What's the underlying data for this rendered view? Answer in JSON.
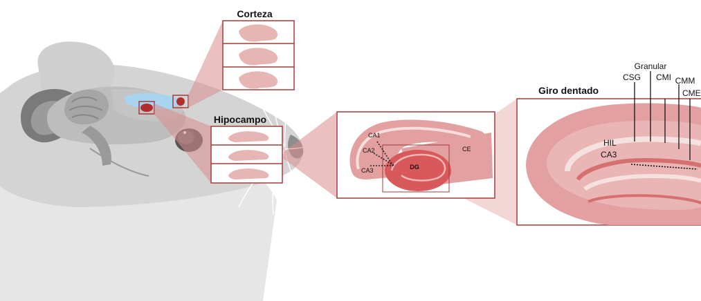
{
  "labels": {
    "corteza": "Corteza",
    "hipocampo": "Hipocampo",
    "giro_dentado": "Giro dentado",
    "ca1": "CA1",
    "ca2": "CA2",
    "ca3_small": "CA3",
    "dg": "DG",
    "ce": "CE",
    "granular": "Granular",
    "csg": "CSG",
    "cmi": "CMI",
    "cmm": "CMM",
    "cme": "CME",
    "hil": "HIL",
    "ca3_large": "CA3"
  },
  "colors": {
    "highlight_red": "#b02e2e",
    "box_stroke": "#a63a3a",
    "zoom_fill": "#e7b3b3",
    "tissue_pink": "#e2a0a0",
    "tissue_light": "#f3d6d6",
    "dg_red": "#d8595b",
    "mouse_gray": "#c9c9c9",
    "mouse_dark": "#8d8d8d",
    "hippocampus_blue": "#a8d4ef"
  }
}
